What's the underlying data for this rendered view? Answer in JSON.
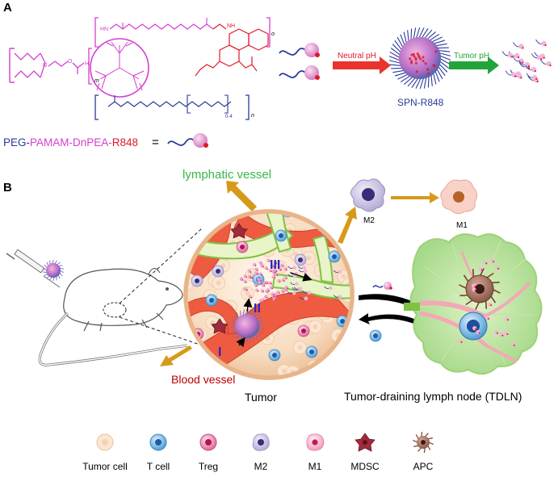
{
  "panel_a": {
    "label": "A",
    "formula": {
      "peg": "PEG-",
      "pamam": "PAMAM-DnPEA-",
      "r848": "R848",
      "equals": "="
    },
    "subscripts": {
      "o": "o",
      "n": "n",
      "m": "m",
      "range": "0-4"
    },
    "atoms": {
      "n1": "N",
      "nh1": "H",
      "hn1": "HN",
      "nh2": "NH",
      "o1": "O",
      "o2": "O"
    },
    "process": {
      "neutral_ph": "Neutral pH",
      "tumor_ph": "Tumor pH",
      "nanoparticle_label": "SPN-R848"
    }
  },
  "panel_b": {
    "label": "B",
    "lymphatic_vessel": "lymphatic vessel",
    "blood_vessel": "Blood vessel",
    "tumor": "Tumor",
    "tdln": "Tumor-draining lymph node (TDLN)",
    "m2": "M2",
    "m1": "M1",
    "steps": [
      "I",
      "II",
      "III"
    ]
  },
  "legend": [
    {
      "label": "Tumor cell",
      "icon": "tumor-cell-icon",
      "color": "#f3cfa6"
    },
    {
      "label": "T cell",
      "icon": "t-cell-icon",
      "color": "#5aa6d8"
    },
    {
      "label": "Treg",
      "icon": "treg-icon",
      "color": "#e2709a"
    },
    {
      "label": "M2",
      "icon": "m2-icon",
      "color": "#bfb6d8"
    },
    {
      "label": "M1",
      "icon": "m1-icon",
      "color": "#f5a9c4"
    },
    {
      "label": "MDSC",
      "icon": "mdsc-icon",
      "color": "#9e2b3a"
    },
    {
      "label": "APC",
      "icon": "apc-icon",
      "color": "#9a6a58"
    }
  ],
  "colors": {
    "peg": "#2a3a9a",
    "pamam": "#d43fd0",
    "r848": "#e0192a",
    "arrow_neutral": "#e8342c",
    "arrow_tumor": "#23a43a",
    "arrow_gold": "#d69a1a",
    "lymph": "#39b54a",
    "blood": "#c00000",
    "vessel_fill": "#ef5b40"
  }
}
